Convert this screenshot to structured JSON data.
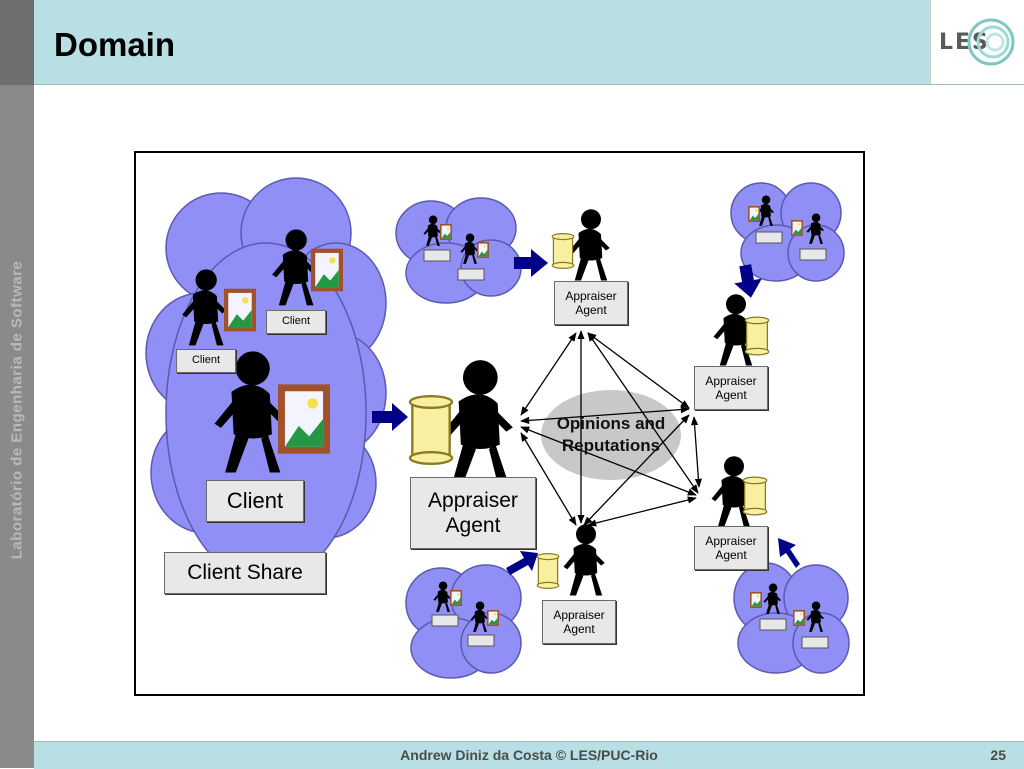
{
  "slide": {
    "title": "Domain",
    "sidebar_text": "Laboratório de Engenharia de Software",
    "logo_text": "LES",
    "footer_text": "Andrew Diniz da Costa © LES/PUC-Rio",
    "page_number": "25"
  },
  "diagram": {
    "client_small_label": "Client",
    "client_large_label": "Client",
    "client_share_label": "Client Share",
    "central_agent_label_line1": "Appraiser",
    "central_agent_label_line2": "Agent",
    "small_agent_label_line1": "Appraiser",
    "small_agent_label_line2": "Agent",
    "center_text_line1": "Opinions and",
    "center_text_line2": "Reputations",
    "colors": {
      "cloud": "#8f8ff5",
      "arrow": "#000088",
      "scroll": "#f8f0a0",
      "label_bg": "#e8e8e8",
      "oval": "#c8c8c8"
    }
  }
}
